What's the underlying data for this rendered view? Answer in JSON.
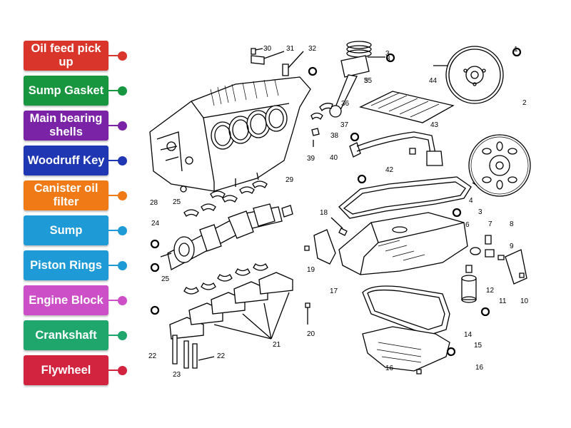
{
  "labels": [
    {
      "text": "Oil feed pick up",
      "color": "#d9352a"
    },
    {
      "text": "Sump Gasket",
      "color": "#17953f"
    },
    {
      "text": "Main bearing shells",
      "color": "#7a23a6"
    },
    {
      "text": "Woodruff Key",
      "color": "#1f37b3"
    },
    {
      "text": "Canister oil filter",
      "color": "#f07a16"
    },
    {
      "text": "Sump",
      "color": "#1e9ad6"
    },
    {
      "text": "Piston Rings",
      "color": "#1e9ad6"
    },
    {
      "text": "Engine Block",
      "color": "#cc4fc7"
    },
    {
      "text": "Crankshaft",
      "color": "#1fa66c"
    },
    {
      "text": "Flywheel",
      "color": "#d2233f"
    }
  ],
  "numbers": [
    "1",
    "2",
    "3",
    "3",
    "3",
    "4",
    "5",
    "6",
    "7",
    "8",
    "9",
    "10",
    "11",
    "12",
    "14",
    "15",
    "16",
    "16",
    "17",
    "18",
    "19",
    "20",
    "21",
    "22",
    "22",
    "23",
    "24",
    "25",
    "25",
    "28",
    "29",
    "30",
    "31",
    "32",
    "35",
    "36",
    "37",
    "38",
    "39",
    "40",
    "42",
    "43",
    "44"
  ]
}
